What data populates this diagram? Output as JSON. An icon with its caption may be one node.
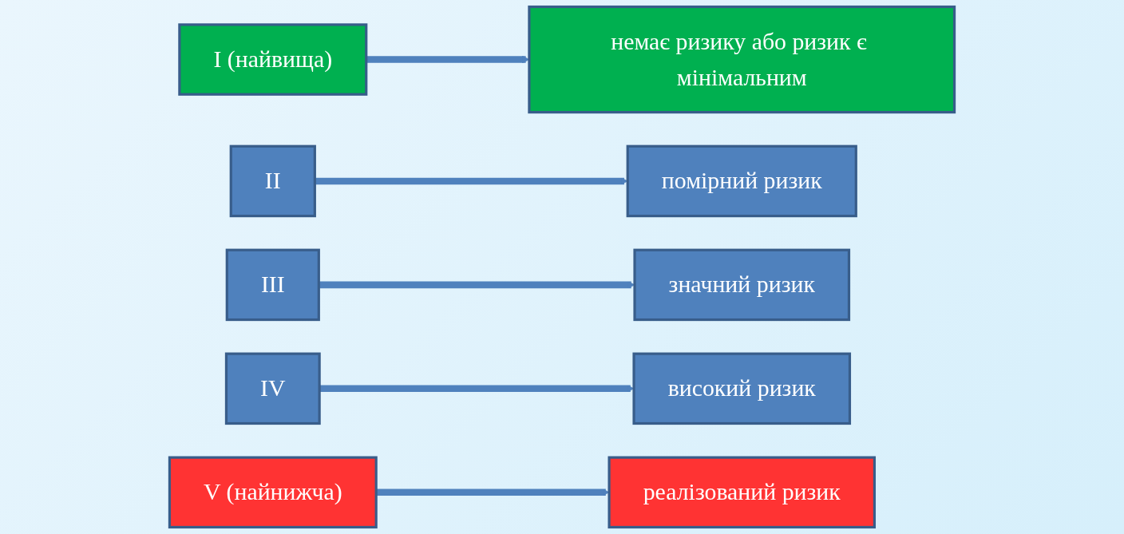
{
  "diagram": {
    "nodes": [
      {
        "text": [
          "I (найвища)"
        ]
      },
      {
        "text": [
          "немає ризику або ризик є мінімальним"
        ]
      },
      {
        "text": [
          "II"
        ]
      },
      {
        "text": [
          "помірний ризик"
        ]
      },
      {
        "text": [
          "III"
        ]
      },
      {
        "text": [
          "значний ризик"
        ]
      },
      {
        "text": [
          "IV"
        ]
      },
      {
        "text": [
          "високий ризик"
        ]
      },
      {
        "text": [
          "V (найнижча)"
        ]
      },
      {
        "text": [
          "реалізований ризик"
        ]
      }
    ],
    "edges": [
      {
        "from": 0,
        "to": 1,
        "arrow": "to"
      },
      {
        "from": 2,
        "to": 3,
        "arrow": "to"
      },
      {
        "from": 4,
        "to": 5,
        "arrow": "to"
      },
      {
        "from": 6,
        "to": 7,
        "arrow": "to"
      },
      {
        "from": 8,
        "to": 9,
        "arrow": "to"
      }
    ]
  }
}
